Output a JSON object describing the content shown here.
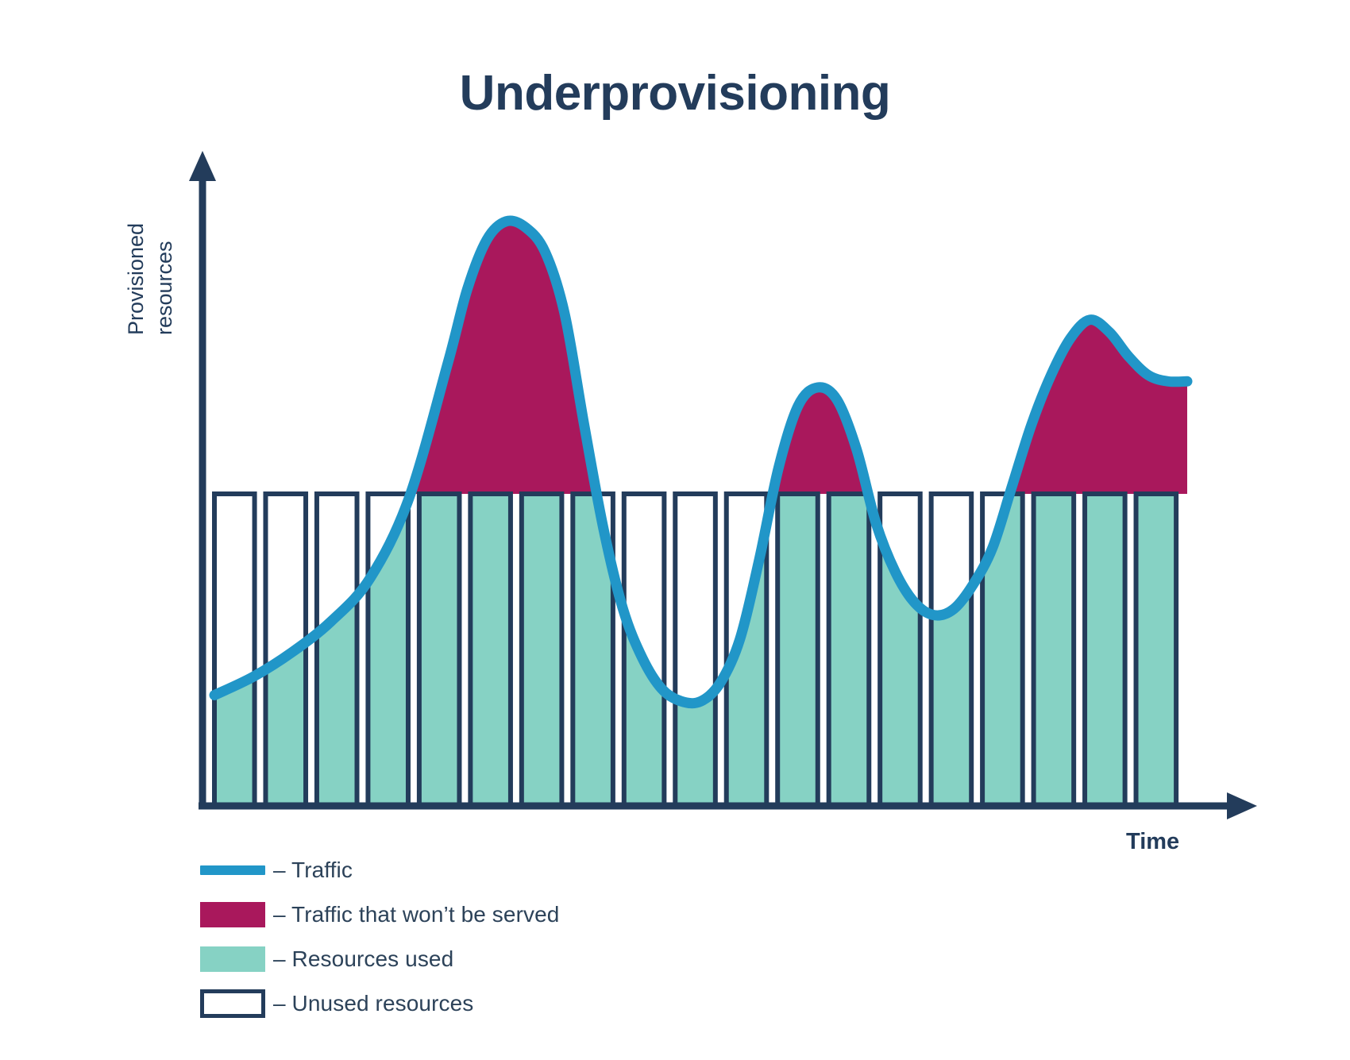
{
  "chart_data": {
    "type": "area",
    "title": "Underprovisioning",
    "xlabel": "Time",
    "ylabel_line1": "Provisioned",
    "ylabel_line2": "resources",
    "grid": false,
    "legend_position": "bottom-left",
    "axis_ranges": {
      "x": [
        0,
        100
      ],
      "y": [
        0,
        100
      ]
    },
    "provisioned_capacity_level": 55,
    "bar_count": 19,
    "bar_width_units": 4.0,
    "bar_gap_units": 1.1,
    "series": [
      {
        "name": "Traffic",
        "type": "line",
        "color": "#2196c8",
        "x": [
          0,
          4,
          8,
          12,
          16,
          20,
          24,
          26,
          28,
          30,
          32,
          34,
          36,
          38,
          40,
          42,
          44,
          46,
          48,
          50,
          52,
          54,
          56,
          58,
          60,
          62,
          64,
          66,
          68,
          70,
          72,
          74,
          76,
          78,
          80,
          82,
          84,
          86,
          88,
          90,
          92,
          94,
          96,
          98,
          100
        ],
        "y": [
          18,
          21,
          25,
          30,
          37,
          50,
          72,
          84,
          92,
          95,
          94,
          90,
          80,
          62,
          45,
          32,
          24,
          19,
          17,
          17,
          20,
          27,
          40,
          55,
          65,
          68,
          66,
          58,
          46,
          38,
          33,
          31,
          32,
          36,
          42,
          52,
          62,
          70,
          76,
          79,
          77,
          73,
          70,
          69,
          69
        ]
      },
      {
        "name": "Traffic that won't be served",
        "type": "area-above-capacity",
        "color": "#a9185c",
        "regions": [
          {
            "x_start": 18.7,
            "x_end": 37.6,
            "peak_y": 95
          },
          {
            "x_start": 56.3,
            "x_end": 63.6,
            "peak_y": 68
          },
          {
            "x_start": 85.0,
            "x_end": 100,
            "peak_y": 79
          }
        ]
      },
      {
        "name": "Resources used",
        "type": "area-below-capacity",
        "color": "#86d2c4"
      },
      {
        "name": "Unused resources",
        "type": "bar-outline",
        "color": "#ffffff",
        "stroke": "#233c5b"
      }
    ]
  },
  "colors": {
    "traffic_line": "#2196c8",
    "unserved_fill": "#a9185c",
    "used_fill": "#86d2c4",
    "axis": "#233c5b",
    "text": "#2c4259",
    "background": "#ffffff"
  },
  "legend": {
    "dash": "–",
    "items": [
      {
        "marker": "line",
        "label": "Traffic"
      },
      {
        "marker": "magenta",
        "label": "Traffic that won’t be served"
      },
      {
        "marker": "teal",
        "label": "Resources used"
      },
      {
        "marker": "outline",
        "label": "Unused resources"
      }
    ]
  }
}
